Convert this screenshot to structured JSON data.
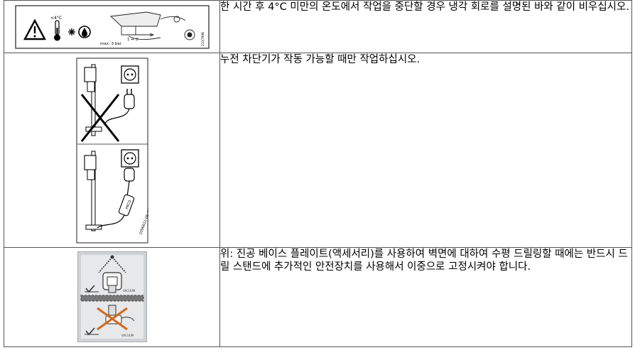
{
  "rows": [
    {
      "text": "한 시간 후 4°C 미만의 온도에서 작업을 중단할 경우 냉각 회로를 설명된 바와 같이 비우십시오.",
      "figure": {
        "temp_label": "<4°C",
        "pressure_label": "max. 3 bar",
        "time_label": "1 ↔ 3",
        "code": "2137896",
        "icons": [
          "warning-triangle-icon",
          "thermometer-icon",
          "snowflake-icon",
          "water-drop-icon",
          "hose-pressure-diagram"
        ]
      }
    },
    {
      "text": "누전 차단기가 작동 가능할 때만 작업하십시오.",
      "figure": {
        "prcd_label": "PRCD",
        "code": "2096611-06.2014",
        "icons": [
          "crossed-out-plug-icon",
          "prcd-plug-icon"
        ]
      }
    },
    {
      "text": "위: 진공 베이스 플레이트(액세서리)를 사용하여 벽면에 대하여 수평 드릴링할 때에는 반드시 드릴 스탠드에 추가적인 안전장치를 사용해서 이중으로 고정시켜야 합니다.",
      "figure": {
        "vacuum_label_top": "VACUUM",
        "vacuum_label_bottom": "VACUUM",
        "icons": [
          "vacuum-base-plate-icon",
          "check-icon",
          "cross-icon"
        ]
      }
    }
  ]
}
